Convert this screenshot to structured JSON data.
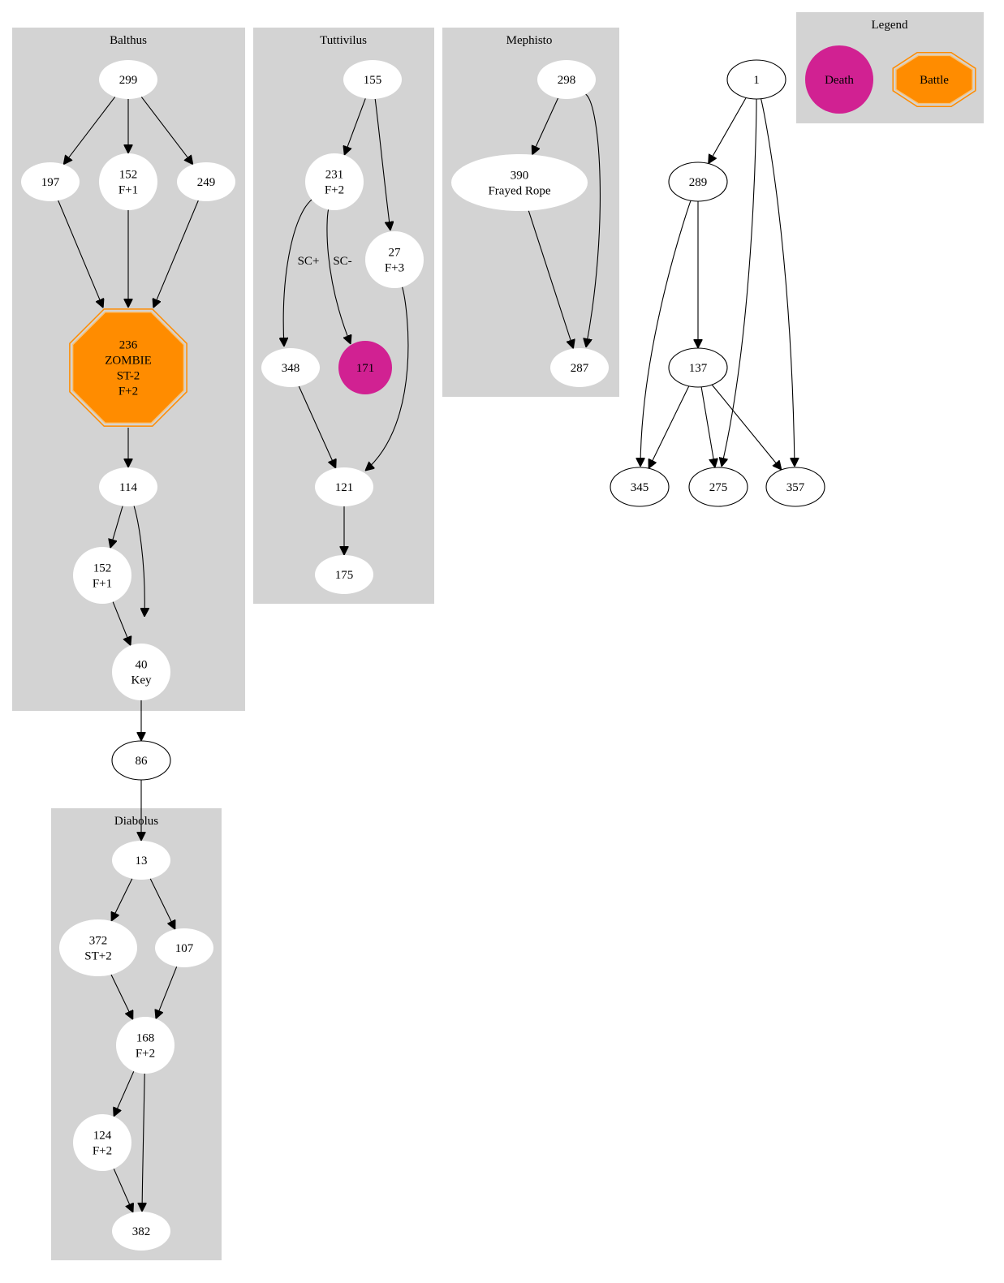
{
  "clusters": [
    {
      "id": "balthus",
      "title": "Balthus"
    },
    {
      "id": "tuttivilus",
      "title": "Tuttivilus"
    },
    {
      "id": "mephisto",
      "title": "Mephisto"
    },
    {
      "id": "legend",
      "title": "Legend"
    },
    {
      "id": "diabolus",
      "title": "Diabolus"
    }
  ],
  "colors": {
    "cluster_fill": "#d3d3d3",
    "clustered_node_fill": "#ffffff",
    "death_fill": "#d12192",
    "battle_fill": "#ff8c00",
    "edge": "#000000"
  },
  "nodes": [
    {
      "id": "b299",
      "lines": [
        "299"
      ]
    },
    {
      "id": "b197",
      "lines": [
        "197"
      ]
    },
    {
      "id": "b152a",
      "lines": [
        "152",
        "F+1"
      ]
    },
    {
      "id": "b249",
      "lines": [
        "249"
      ]
    },
    {
      "id": "b236",
      "lines": [
        "236",
        "ZOMBIE",
        "ST-2",
        "F+2"
      ],
      "kind": "battle"
    },
    {
      "id": "b114",
      "lines": [
        "114"
      ]
    },
    {
      "id": "b152b",
      "lines": [
        "152",
        "F+1"
      ]
    },
    {
      "id": "b40",
      "lines": [
        "40",
        "Key"
      ]
    },
    {
      "id": "t155",
      "lines": [
        "155"
      ]
    },
    {
      "id": "t231",
      "lines": [
        "231",
        "F+2"
      ]
    },
    {
      "id": "t27",
      "lines": [
        "27",
        "F+3"
      ]
    },
    {
      "id": "t348",
      "lines": [
        "348"
      ]
    },
    {
      "id": "t171",
      "lines": [
        "171"
      ],
      "kind": "death"
    },
    {
      "id": "t121",
      "lines": [
        "121"
      ]
    },
    {
      "id": "t175",
      "lines": [
        "175"
      ]
    },
    {
      "id": "m298",
      "lines": [
        "298"
      ]
    },
    {
      "id": "m390",
      "lines": [
        "390",
        "Frayed Rope"
      ]
    },
    {
      "id": "m287",
      "lines": [
        "287"
      ]
    },
    {
      "id": "n1",
      "lines": [
        "1"
      ],
      "outline": true
    },
    {
      "id": "n289",
      "lines": [
        "289"
      ],
      "outline": true
    },
    {
      "id": "n137",
      "lines": [
        "137"
      ],
      "outline": true
    },
    {
      "id": "n345",
      "lines": [
        "345"
      ],
      "outline": true
    },
    {
      "id": "n275",
      "lines": [
        "275"
      ],
      "outline": true
    },
    {
      "id": "n357",
      "lines": [
        "357"
      ],
      "outline": true
    },
    {
      "id": "leg_death",
      "lines": [
        "Death"
      ],
      "kind": "death"
    },
    {
      "id": "leg_battle",
      "lines": [
        "Battle"
      ],
      "kind": "battle"
    },
    {
      "id": "n86",
      "lines": [
        "86"
      ],
      "outline": true
    },
    {
      "id": "d13",
      "lines": [
        "13"
      ]
    },
    {
      "id": "d372",
      "lines": [
        "372",
        "ST+2"
      ]
    },
    {
      "id": "d107",
      "lines": [
        "107"
      ]
    },
    {
      "id": "d168",
      "lines": [
        "168",
        "F+2"
      ]
    },
    {
      "id": "d124",
      "lines": [
        "124",
        "F+2"
      ]
    },
    {
      "id": "d382",
      "lines": [
        "382"
      ]
    }
  ],
  "edges": [
    {
      "from": "b299",
      "to": "b197"
    },
    {
      "from": "b299",
      "to": "b152a"
    },
    {
      "from": "b299",
      "to": "b249"
    },
    {
      "from": "b197",
      "to": "b236"
    },
    {
      "from": "b152a",
      "to": "b236"
    },
    {
      "from": "b249",
      "to": "b236"
    },
    {
      "from": "b236",
      "to": "b114"
    },
    {
      "from": "b114",
      "to": "b152b"
    },
    {
      "from": "b114",
      "to": "b40"
    },
    {
      "from": "b152b",
      "to": "b40"
    },
    {
      "from": "b40",
      "to": "n86"
    },
    {
      "from": "n86",
      "to": "d13"
    },
    {
      "from": "t155",
      "to": "t231"
    },
    {
      "from": "t155",
      "to": "t27"
    },
    {
      "from": "t231",
      "to": "t348",
      "label": "SC+"
    },
    {
      "from": "t231",
      "to": "t171",
      "label": "SC-"
    },
    {
      "from": "t27",
      "to": "t121"
    },
    {
      "from": "t348",
      "to": "t121"
    },
    {
      "from": "t121",
      "to": "t175"
    },
    {
      "from": "m298",
      "to": "m390"
    },
    {
      "from": "m298",
      "to": "m287"
    },
    {
      "from": "m390",
      "to": "m287"
    },
    {
      "from": "n1",
      "to": "n289"
    },
    {
      "from": "n1",
      "to": "n275"
    },
    {
      "from": "n1",
      "to": "n357"
    },
    {
      "from": "n289",
      "to": "n137"
    },
    {
      "from": "n289",
      "to": "n345"
    },
    {
      "from": "n137",
      "to": "n345"
    },
    {
      "from": "n137",
      "to": "n275"
    },
    {
      "from": "n137",
      "to": "n357"
    },
    {
      "from": "d13",
      "to": "d372"
    },
    {
      "from": "d13",
      "to": "d107"
    },
    {
      "from": "d372",
      "to": "d168"
    },
    {
      "from": "d107",
      "to": "d168"
    },
    {
      "from": "d168",
      "to": "d124"
    },
    {
      "from": "d168",
      "to": "d382"
    },
    {
      "from": "d124",
      "to": "d382"
    }
  ]
}
